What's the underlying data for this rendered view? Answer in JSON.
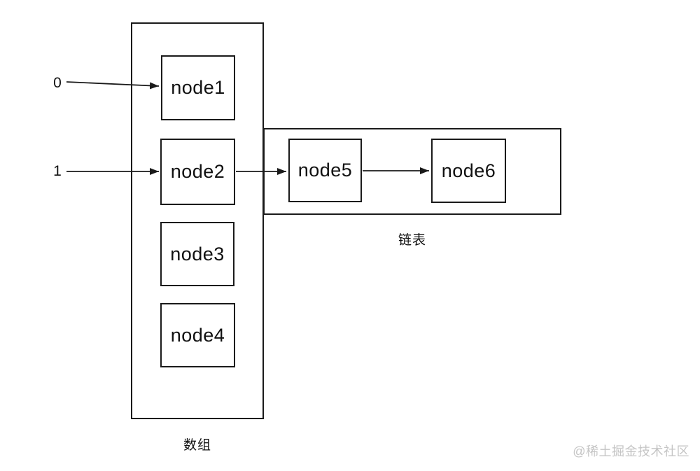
{
  "diagram": {
    "array": {
      "label": "数组",
      "index_labels": [
        "0",
        "1"
      ],
      "nodes": [
        "node1",
        "node2",
        "node3",
        "node4"
      ]
    },
    "linked_list": {
      "label": "链表",
      "nodes": [
        "node5",
        "node6"
      ]
    },
    "edges": [
      {
        "from": "index-0",
        "to": "node1"
      },
      {
        "from": "index-1",
        "to": "node2"
      },
      {
        "from": "node2",
        "to": "node5"
      },
      {
        "from": "node5",
        "to": "node6"
      }
    ],
    "colors": {
      "line": "#1a1a1a",
      "background": "#ffffff",
      "watermark": "#c5c5c5"
    }
  },
  "watermark": {
    "text": "@稀土掘金技术社区"
  }
}
